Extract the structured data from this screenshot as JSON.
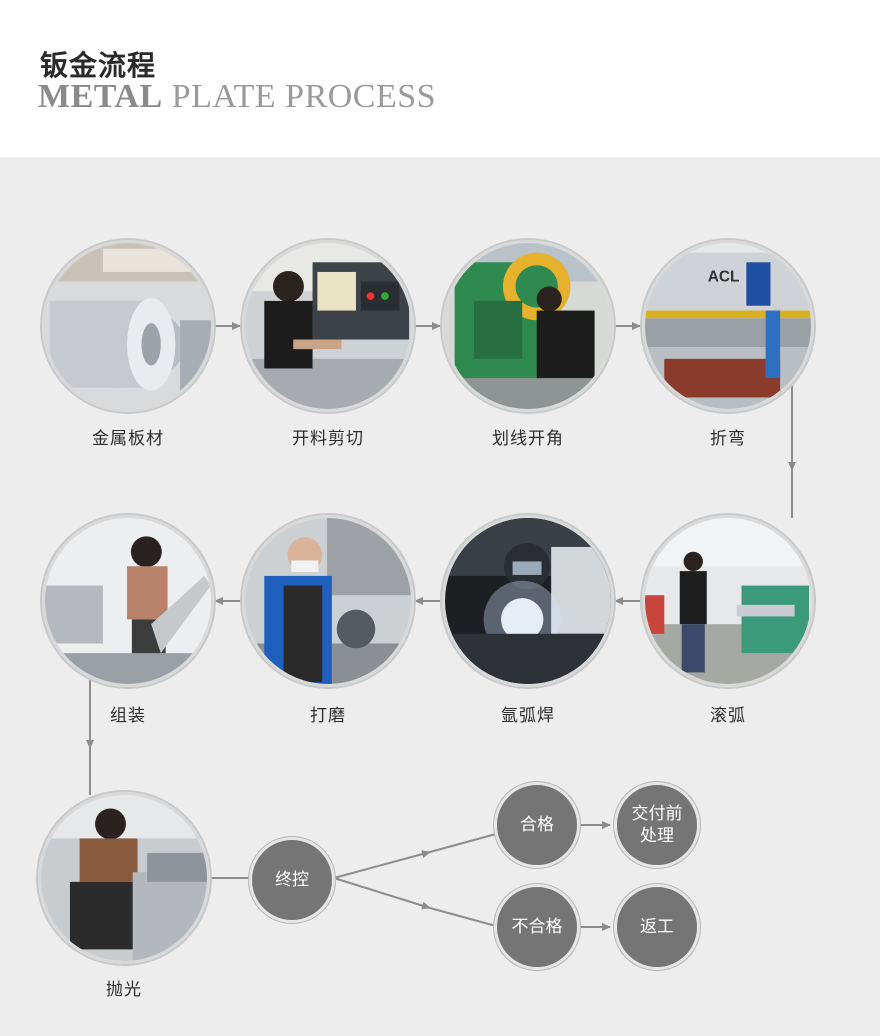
{
  "header": {
    "title_cn": "钣金流程",
    "title_en_bold": "METAL",
    "title_en_rest": " PLATE PROCESS"
  },
  "steps": [
    {
      "label": "金属板材",
      "image": "metal-coil-photo"
    },
    {
      "label": "开料剪切",
      "image": "cutting-machine-photo"
    },
    {
      "label": "划线开角",
      "image": "punch-press-photo"
    },
    {
      "label": "折弯",
      "image": "bending-machine-photo"
    },
    {
      "label": "滚弧",
      "image": "rolling-machine-photo"
    },
    {
      "label": "氩弧焊",
      "image": "argon-welding-photo"
    },
    {
      "label": "打磨",
      "image": "grinding-photo"
    },
    {
      "label": "组装",
      "image": "assembly-photo"
    },
    {
      "label": "抛光",
      "image": "polishing-photo"
    }
  ],
  "nodes": {
    "control": "终控",
    "pass": "合格",
    "fail": "不合格",
    "deliver_line1": "交付前",
    "deliver_line2": "处理",
    "rework": "返工"
  },
  "colors": {
    "panel_bg": "#ededed",
    "node_fill": "#757575",
    "arrow": "#8c8c8c"
  }
}
